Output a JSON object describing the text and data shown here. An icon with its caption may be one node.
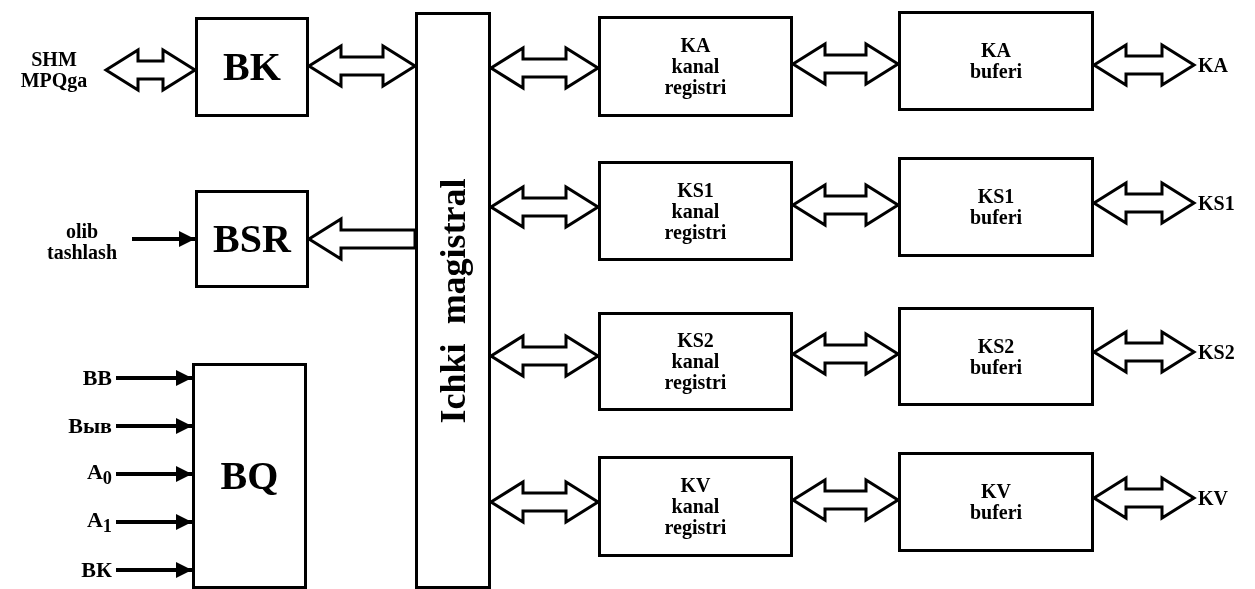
{
  "diagram": {
    "nodes": [
      {
        "text": [
          "SHM MPQga"
        ]
      },
      {
        "text": [
          "BK"
        ]
      },
      {
        "text": [
          "Ichki magistral"
        ]
      },
      {
        "text": [
          "olib tashlash"
        ]
      },
      {
        "text": [
          "BSR"
        ]
      },
      {
        "text": [
          "BB"
        ]
      },
      {
        "text": [
          "Выв"
        ]
      },
      {
        "text": [
          "A$_{0}$"
        ]
      },
      {
        "text": [
          "A$_{1}$"
        ]
      },
      {
        "text": [
          "ВК"
        ]
      },
      {
        "text": [
          "BQ"
        ]
      },
      {
        "text": [
          "KA",
          "kanal registri"
        ]
      },
      {
        "text": [
          "KA",
          "buferi"
        ]
      },
      {
        "text": [
          "KA"
        ]
      },
      {
        "text": [
          "KS1",
          "kanal registri"
        ]
      },
      {
        "text": [
          "KS1",
          "buferi"
        ]
      },
      {
        "text": [
          "KS1"
        ]
      },
      {
        "text": [
          "KS2",
          "kanal registri"
        ]
      },
      {
        "text": [
          "KS2",
          "buferi"
        ]
      },
      {
        "text": [
          "KS2"
        ]
      },
      {
        "text": [
          "KV",
          "kanal registri"
        ]
      },
      {
        "text": [
          "KV",
          "buferi"
        ]
      },
      {
        "text": [
          "KV"
        ]
      }
    ],
    "edges": [
      {
        "from": 0,
        "to": 1,
        "arrow": "both",
        "style": "thick"
      },
      {
        "from": 1,
        "to": 2,
        "arrow": "both",
        "style": "thick"
      },
      {
        "from": 3,
        "to": 4,
        "arrow": "to"
      },
      {
        "from": 2,
        "to": 4,
        "arrow": "to",
        "style": "thick"
      },
      {
        "from": 5,
        "to": 10,
        "arrow": "to"
      },
      {
        "from": 6,
        "to": 10,
        "arrow": "to"
      },
      {
        "from": 7,
        "to": 10,
        "arrow": "to"
      },
      {
        "from": 8,
        "to": 10,
        "arrow": "to"
      },
      {
        "from": 9,
        "to": 10,
        "arrow": "to"
      },
      {
        "from": 2,
        "to": 11,
        "arrow": "both",
        "style": "thick"
      },
      {
        "from": 11,
        "to": 12,
        "arrow": "both",
        "style": "thick"
      },
      {
        "from": 12,
        "to": 13,
        "arrow": "both",
        "style": "thick"
      },
      {
        "from": 2,
        "to": 14,
        "arrow": "both",
        "style": "thick"
      },
      {
        "from": 14,
        "to": 15,
        "arrow": "both",
        "style": "thick"
      },
      {
        "from": 15,
        "to": 16,
        "arrow": "both",
        "style": "thick"
      },
      {
        "from": 2,
        "to": 17,
        "arrow": "both",
        "style": "thick"
      },
      {
        "from": 17,
        "to": 18,
        "arrow": "both",
        "style": "thick"
      },
      {
        "from": 18,
        "to": 19,
        "arrow": "both",
        "style": "thick"
      },
      {
        "from": 2,
        "to": 20,
        "arrow": "both",
        "style": "thick"
      },
      {
        "from": 20,
        "to": 21,
        "arrow": "both",
        "style": "thick"
      },
      {
        "from": 21,
        "to": 22,
        "arrow": "both",
        "style": "thick"
      }
    ]
  }
}
